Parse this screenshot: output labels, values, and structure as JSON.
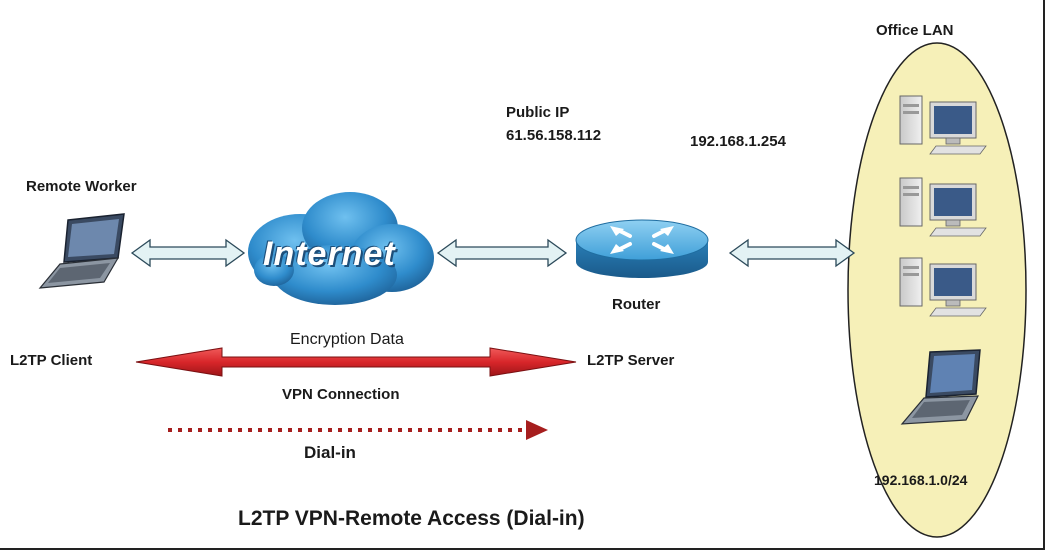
{
  "diagram": {
    "title": "L2TP VPN-Remote Access (Dial-in)",
    "office_lan_label": "Office LAN",
    "public_ip_label": "Public IP",
    "public_ip_value": "61.56.158.112",
    "router_ip": "192.168.1.254",
    "remote_worker_label": "Remote Worker",
    "internet_label": "Internet",
    "router_label": "Router",
    "encryption_label": "Encryption Data",
    "client_label": "L2TP Client",
    "server_label": "L2TP Server",
    "vpn_connection_label": "VPN Connection",
    "dialin_label": "Dial-in",
    "subnet_label": "192.168.1.0/24"
  },
  "colors": {
    "lan_ellipse_fill": "#f6f0b8",
    "cloud_blue": "#2f8ccc",
    "router_blue": "#3f9fd8",
    "tunnel_red": "#d8262a",
    "dialin_red": "#a61e1e",
    "link_arrow_fill": "#e3f2f4"
  },
  "icons": [
    "laptop-icon",
    "internet-cloud-icon",
    "router-icon",
    "desktop-pc-icon",
    "office-laptop-icon"
  ]
}
